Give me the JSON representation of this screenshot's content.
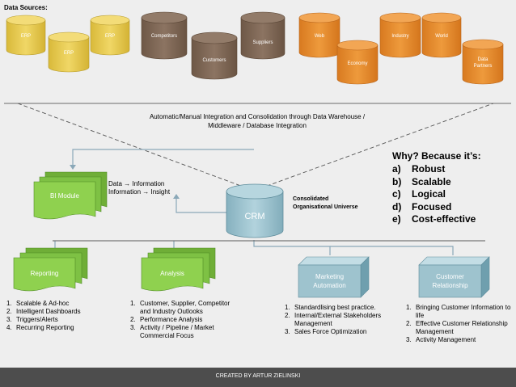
{
  "header": {
    "title": "Data Sources:"
  },
  "sources": [
    {
      "label": "ERP",
      "color": "#e8c84a"
    },
    {
      "label": "ERP",
      "color": "#e8c84a"
    },
    {
      "label": "ERP",
      "color": "#e8c84a"
    },
    {
      "label": "Competitors",
      "color": "#7d6654"
    },
    {
      "label": "Customers",
      "color": "#7d6654"
    },
    {
      "label": "Suppliers",
      "color": "#7d6654"
    },
    {
      "label": "Web",
      "color": "#e58a2a"
    },
    {
      "label": "Economy",
      "color": "#e58a2a"
    },
    {
      "label": "Industry",
      "color": "#e58a2a"
    },
    {
      "label": "World",
      "color": "#e58a2a"
    },
    {
      "label": "Data Partners",
      "color": "#e58a2a"
    }
  ],
  "integration": {
    "text": "Automatic/Manual Integration and Consolidation through Data Warehouse / Middleware / Database Integration"
  },
  "bi_module": {
    "label": "BI Module",
    "color": "#8fd14f"
  },
  "transform": {
    "line1": "Data → Information",
    "line2": "Information → Insight"
  },
  "crm": {
    "label": "CRM",
    "color": "#9ec3ce"
  },
  "universe": {
    "text": "Consolidated Organisational Universe"
  },
  "why": {
    "title": "Why? Because it’s:",
    "items": [
      "Robust",
      "Scalable",
      "Logical",
      "Focused",
      "Cost-effective"
    ],
    "letters": [
      "a)",
      "b)",
      "c)",
      "d)",
      "e)"
    ]
  },
  "reporting": {
    "label": "Reporting",
    "items": [
      "Scalable & Ad-hoc",
      "Intelligent Dashboards",
      "Triggers/Alerts",
      "Recurring Reporting"
    ]
  },
  "analysis": {
    "label": "Analysis",
    "items": [
      "Customer, Supplier, Competitor and Industry Outlooks",
      "Performance Analysis",
      "Activity / Pipeline / Market Commercial Focus"
    ]
  },
  "marketing": {
    "label": "Marketing Automation",
    "color": "#9ec3ce",
    "items": [
      "Standardlising best practice.",
      "Internal/External Stakeholders Management",
      "Sales Force Optimization"
    ]
  },
  "customer_rel": {
    "label": "Customer Relationship",
    "color": "#9ec3ce",
    "items": [
      "Bringing Customer Information to life",
      "Effective Customer Relationship Management",
      "Activity Management"
    ]
  },
  "footer": {
    "text": "CREATED BY ARTUR ZIELINSKI"
  },
  "colors": {
    "connector": "#8aa8b8",
    "crm_label": "#ffffff"
  }
}
